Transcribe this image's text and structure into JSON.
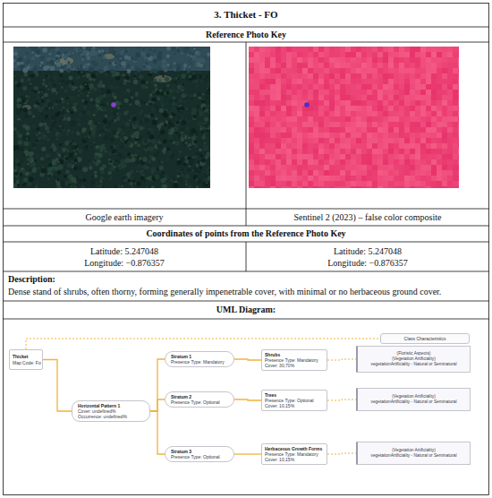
{
  "diagram": {
    "title": "3. Thicket - FO",
    "nodes": [
      {
        "text": [
          "Class Characteristics"
        ]
      },
      {
        "text": [
          "Thicket",
          "Map Code: Fo"
        ]
      },
      {
        "text": [
          "Horizontal Pattern 1",
          "Cover: undefined%",
          "Occurrence: undefined%"
        ]
      },
      {
        "text": [
          "Stratum 1",
          "Presence Type: Mandatory"
        ]
      },
      {
        "text": [
          "Stratum 2",
          "Presence Type: Optional"
        ]
      },
      {
        "text": [
          "Stratum 3",
          "Presence Type: Optional"
        ]
      },
      {
        "text": [
          "Shrubs",
          "Presence Type: Mandatory",
          "Cover: 30,70%"
        ]
      },
      {
        "text": [
          "Trees",
          "Presence Type: Optional",
          "Cover: 10,15%"
        ]
      },
      {
        "text": [
          "Herbaceous Growth Forms",
          "Presence Type: Mandatory",
          "Cover: 10,15%"
        ]
      },
      {
        "text": [
          "(Floristic Aspects)",
          "(Vegetation Artificiality)",
          "vegetationArtificiality - Natural or Seminatural"
        ]
      },
      {
        "text": [
          "(Vegetation Artificiality)",
          "vegetationArtificiality - Natural or Seminatural"
        ]
      },
      {
        "text": [
          "(Vegetation Artificiality)",
          "vegetationArtificiality - Natural or Seminatural"
        ]
      }
    ],
    "edges": [
      {
        "from": 1,
        "to": 0,
        "arrow": "none"
      },
      {
        "from": 1,
        "to": 2,
        "arrow": "none"
      },
      {
        "from": 2,
        "to": 3,
        "arrow": "none"
      },
      {
        "from": 2,
        "to": 4,
        "arrow": "none"
      },
      {
        "from": 2,
        "to": 5,
        "arrow": "none"
      },
      {
        "from": 3,
        "to": 6,
        "arrow": "none"
      },
      {
        "from": 4,
        "to": 7,
        "arrow": "none"
      },
      {
        "from": 5,
        "to": 8,
        "arrow": "none"
      },
      {
        "from": 6,
        "to": 9,
        "arrow": "none"
      },
      {
        "from": 7,
        "to": 10,
        "arrow": "none"
      },
      {
        "from": 8,
        "to": 11,
        "arrow": "none"
      }
    ],
    "labels": [
      "Reference Photo Key",
      "Google earth imagery",
      "Sentinel 2 (2023) – false color composite",
      "Coordinates of points from the Reference Photo Key",
      "Latitude: 5.247048",
      "Longitude: −0.876357",
      "Latitude: 5.247048",
      "Longitude: −0.876357",
      "Description:",
      "Dense stand of shrubs, often thorny, forming generally impenetrable cover, with minimal or no herbaceous ground cover.",
      "UML Diagram:"
    ]
  }
}
